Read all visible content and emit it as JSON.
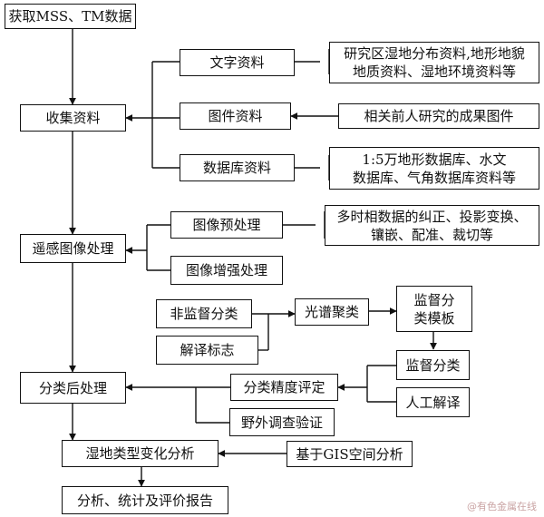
{
  "nodes": {
    "get_data": "获取MSS、TM数据",
    "collect": "收集资料",
    "text_data": "文字资料",
    "map_data": "图件资料",
    "db_data": "数据库资料",
    "text_detail": "研究区湿地分布资料,地形地貌\n地质资料、湿地环境资料等",
    "map_detail": "相关前人研究的成果图件",
    "db_detail": "1:5万地形数据库、水文\n数据库、气角数据库资料等",
    "rs_process": "遥感图像处理",
    "preprocess": "图像预处理",
    "enhance": "图像增强处理",
    "pre_detail": "多时相数据的纠正、投影变换、\n镶嵌、配准、裁切等",
    "unsupervised": "非监督分类",
    "interpret_mark": "解译标志",
    "spectral_cluster": "光谱聚类",
    "template": "监督分\n类模板",
    "supervised": "监督分类",
    "manual": "人工解译",
    "accuracy": "分类精度评定",
    "post_process": "分类后处理",
    "field_check": "野外调查验证",
    "change_analysis": "湿地类型变化分析",
    "gis_analysis": "基于GIS空间分析",
    "report": "分析、统计及评价报告"
  },
  "watermark": "@有色金属在线"
}
